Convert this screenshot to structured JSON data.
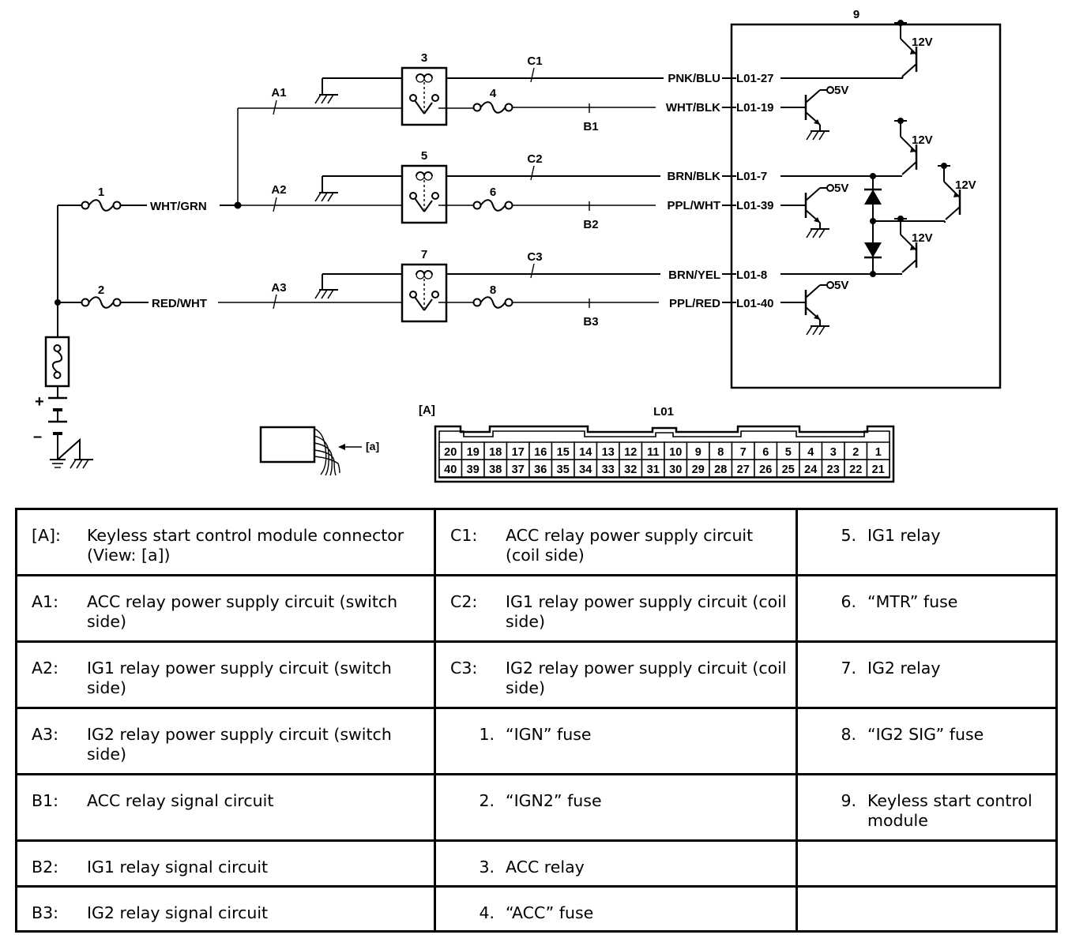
{
  "colors": {
    "line": "#000000",
    "background": "#ffffff"
  },
  "labels": {
    "fuse1": "1",
    "fuse2": "2",
    "relay3": "3",
    "fuse4": "4",
    "relay5": "5",
    "fuse6": "6",
    "relay7": "7",
    "fuse8": "8",
    "module9": "9",
    "A1": "A1",
    "A2": "A2",
    "A3": "A3",
    "B1": "B1",
    "B2": "B2",
    "B3": "B3",
    "C1": "C1",
    "C2": "C2",
    "C3": "C3",
    "conn_ref": "[A]",
    "conn_name": "L01",
    "view_ref": "[a]",
    "plus": "+",
    "minus": "–"
  },
  "wires": {
    "w1": "WHT/GRN",
    "w2": "RED/WHT",
    "wc1": "PNK/BLU",
    "wb1": "WHT/BLK",
    "wc2": "BRN/BLK",
    "wb2": "PPL/WHT",
    "wc3": "BRN/YEL",
    "wb3": "PPL/RED"
  },
  "pins": {
    "p1": "L01-27",
    "p2": "L01-19",
    "p3": "L01-7",
    "p4": "L01-39",
    "p5": "L01-8",
    "p6": "L01-40"
  },
  "voltages": {
    "v12a": "12V",
    "v5a": "5V",
    "v12b": "12V",
    "v12c": "12V",
    "v5b": "5V",
    "v12d": "12V",
    "v5c": "5V"
  },
  "connector": {
    "top_row": [
      "20",
      "19",
      "18",
      "17",
      "16",
      "15",
      "14",
      "13",
      "12",
      "11",
      "10",
      "9",
      "8",
      "7",
      "6",
      "5",
      "4",
      "3",
      "2",
      "1"
    ],
    "bottom_row": [
      "40",
      "39",
      "38",
      "37",
      "36",
      "35",
      "34",
      "33",
      "32",
      "31",
      "30",
      "29",
      "28",
      "27",
      "26",
      "25",
      "24",
      "23",
      "22",
      "21"
    ]
  },
  "legend": [
    [
      {
        "code": "[A]:",
        "text": "Keyless start control module connector (View: [a])"
      },
      {
        "code": "C1:",
        "text": "ACC relay power supply circuit (coil side)"
      },
      {
        "code": "5.",
        "text": "IG1 relay"
      }
    ],
    [
      {
        "code": "A1:",
        "text": "ACC relay power supply circuit (switch side)"
      },
      {
        "code": "C2:",
        "text": "IG1 relay power supply circuit (coil side)"
      },
      {
        "code": "6.",
        "text": "“MTR” fuse"
      }
    ],
    [
      {
        "code": "A2:",
        "text": "IG1 relay power supply circuit (switch side)"
      },
      {
        "code": "C3:",
        "text": "IG2 relay power supply circuit (coil side)"
      },
      {
        "code": "7.",
        "text": "IG2 relay"
      }
    ],
    [
      {
        "code": "A3:",
        "text": "IG2 relay power supply circuit (switch side)"
      },
      {
        "code": "1.",
        "text": "“IGN” fuse"
      },
      {
        "code": "8.",
        "text": "“IG2 SIG” fuse"
      }
    ],
    [
      {
        "code": "B1:",
        "text": "ACC relay signal circuit"
      },
      {
        "code": "2.",
        "text": "“IGN2” fuse"
      },
      {
        "code": "9.",
        "text": "Keyless start control module"
      }
    ],
    [
      {
        "code": "B2:",
        "text": "IG1 relay signal circuit"
      },
      {
        "code": "3.",
        "text": "ACC relay"
      },
      {
        "code": "",
        "text": ""
      }
    ],
    [
      {
        "code": "B3:",
        "text": "IG2 relay signal circuit"
      },
      {
        "code": "4.",
        "text": "“ACC” fuse"
      },
      {
        "code": "",
        "text": ""
      }
    ]
  ]
}
